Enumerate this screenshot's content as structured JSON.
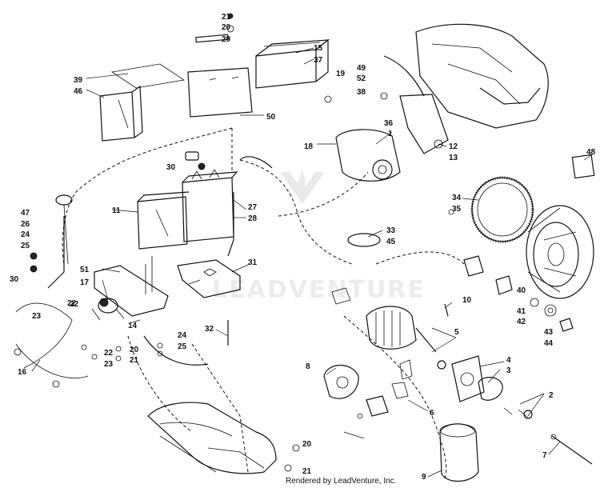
{
  "callouts": [
    "1",
    "2",
    "3",
    "4",
    "5",
    "6",
    "7",
    "8",
    "9",
    "10",
    "11",
    "12",
    "13",
    "14",
    "15",
    "16",
    "17",
    "18",
    "19",
    "20",
    "21",
    "22",
    "23",
    "24",
    "25",
    "26",
    "27",
    "28",
    "29",
    "30",
    "31",
    "32",
    "33",
    "34",
    "35",
    "36",
    "37",
    "38",
    "39",
    "40",
    "41",
    "42",
    "43",
    "44",
    "45",
    "46",
    "47",
    "48",
    "49",
    "50",
    "51",
    "52"
  ],
  "footer": {
    "credit": "Rendered by LeadVenture, Inc."
  },
  "watermark": {
    "text": "LEADVENTURE"
  }
}
